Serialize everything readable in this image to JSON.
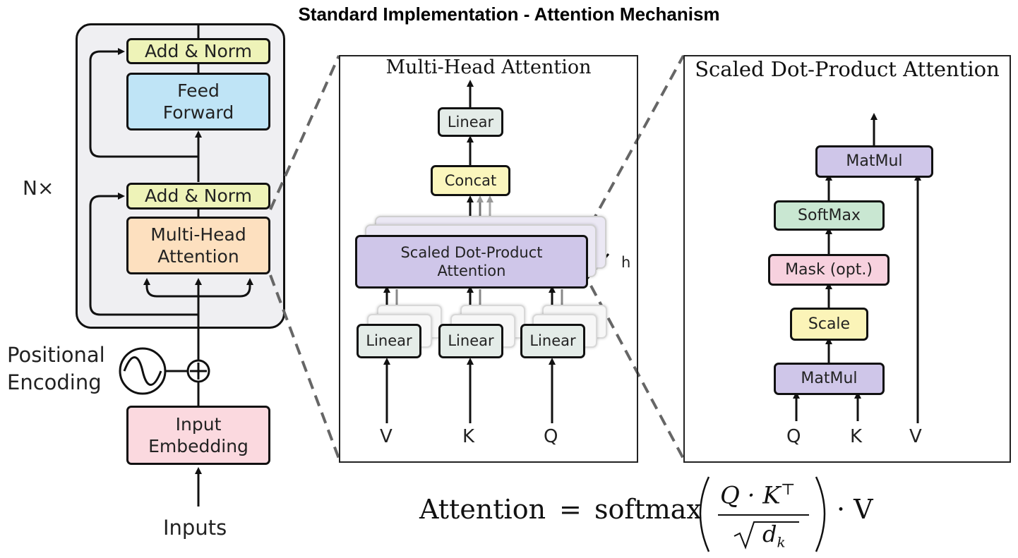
{
  "title": "Standard Implementation - Attention Mechanism",
  "encoder": {
    "repeat_label": "N×",
    "add_norm_top": "Add & Norm",
    "feed_forward": "Feed Forward",
    "add_norm_bottom": "Add & Norm",
    "multi_head": "Multi-Head Attention",
    "positional_encoding": "Positional Encoding",
    "input_embedding": "Input Embedding",
    "inputs": "Inputs"
  },
  "multi_head_panel": {
    "title": "Multi-Head Attention",
    "linear_top": "Linear",
    "concat": "Concat",
    "sdpa": "Scaled Dot-Product Attention",
    "heads_label": "h",
    "linear_v": "Linear",
    "linear_k": "Linear",
    "linear_q": "Linear",
    "input_v": "V",
    "input_k": "K",
    "input_q": "Q"
  },
  "sdpa_panel": {
    "title": "Scaled Dot-Product Attention",
    "matmul_top": "MatMul",
    "softmax": "SoftMax",
    "mask": "Mask (opt.)",
    "scale": "Scale",
    "matmul_bottom": "MatMul",
    "input_q": "Q",
    "input_k": "K",
    "input_v": "V"
  },
  "formula": {
    "lhs": "Attention",
    "eq": "=",
    "fn": "softmax",
    "numerator": "Q · K",
    "numerator_sup": "⊤",
    "denominator": "d",
    "denominator_sub": "k",
    "tail": "· V"
  }
}
